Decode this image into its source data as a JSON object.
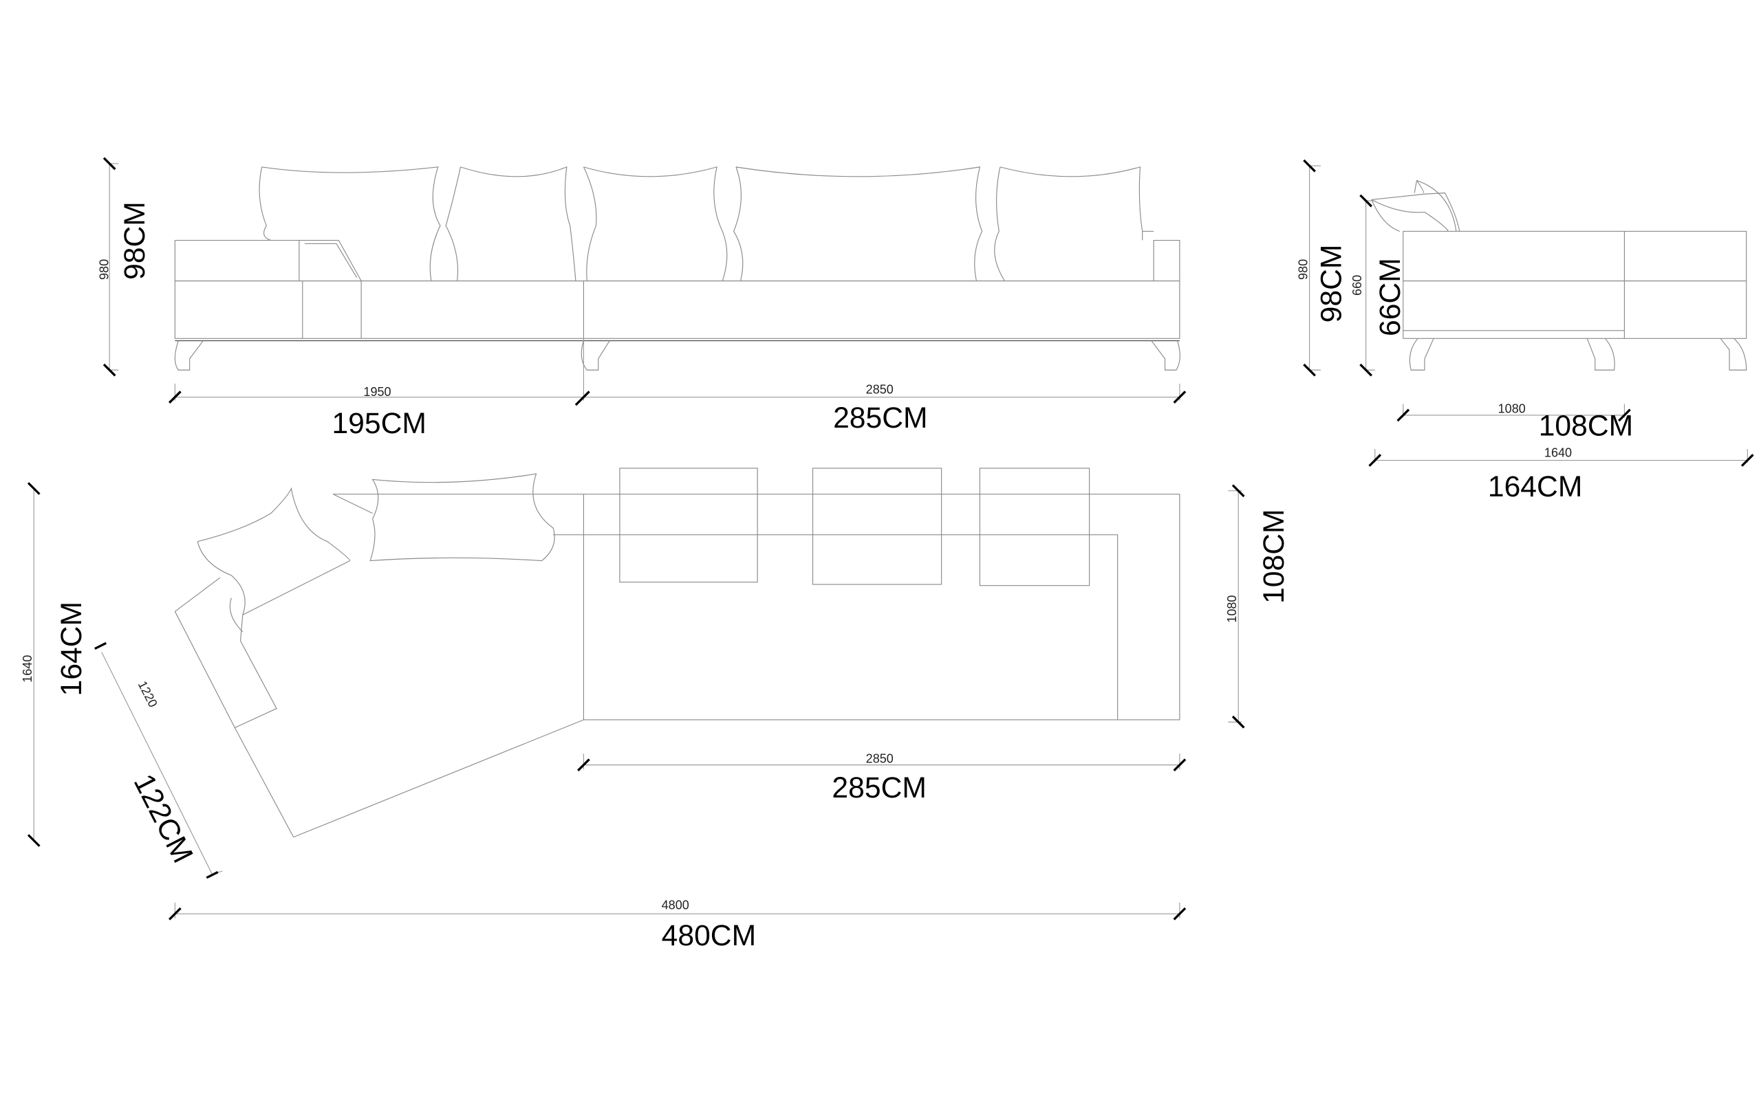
{
  "front_view": {
    "height_mm": "980",
    "height_cm": "98CM",
    "left_width_mm": "1950",
    "left_width_cm": "195CM",
    "right_width_mm": "2850",
    "right_width_cm": "285CM"
  },
  "side_view": {
    "height_mm": "980",
    "height_cm": "98CM",
    "seat_height_mm": "660",
    "seat_height_cm": "66CM",
    "depth_mm": "1080",
    "depth_cm": "108CM",
    "total_depth_mm": "1640",
    "total_depth_cm": "164CM"
  },
  "plan_view": {
    "left_depth_mm": "1640",
    "left_depth_cm": "164CM",
    "right_depth_mm": "1080",
    "right_depth_cm": "108CM",
    "diagonal_mm": "1220",
    "diagonal_cm": "122CM",
    "straight_width_mm": "2850",
    "straight_width_cm": "285CM",
    "total_width_mm": "4800",
    "total_width_cm": "480CM"
  }
}
